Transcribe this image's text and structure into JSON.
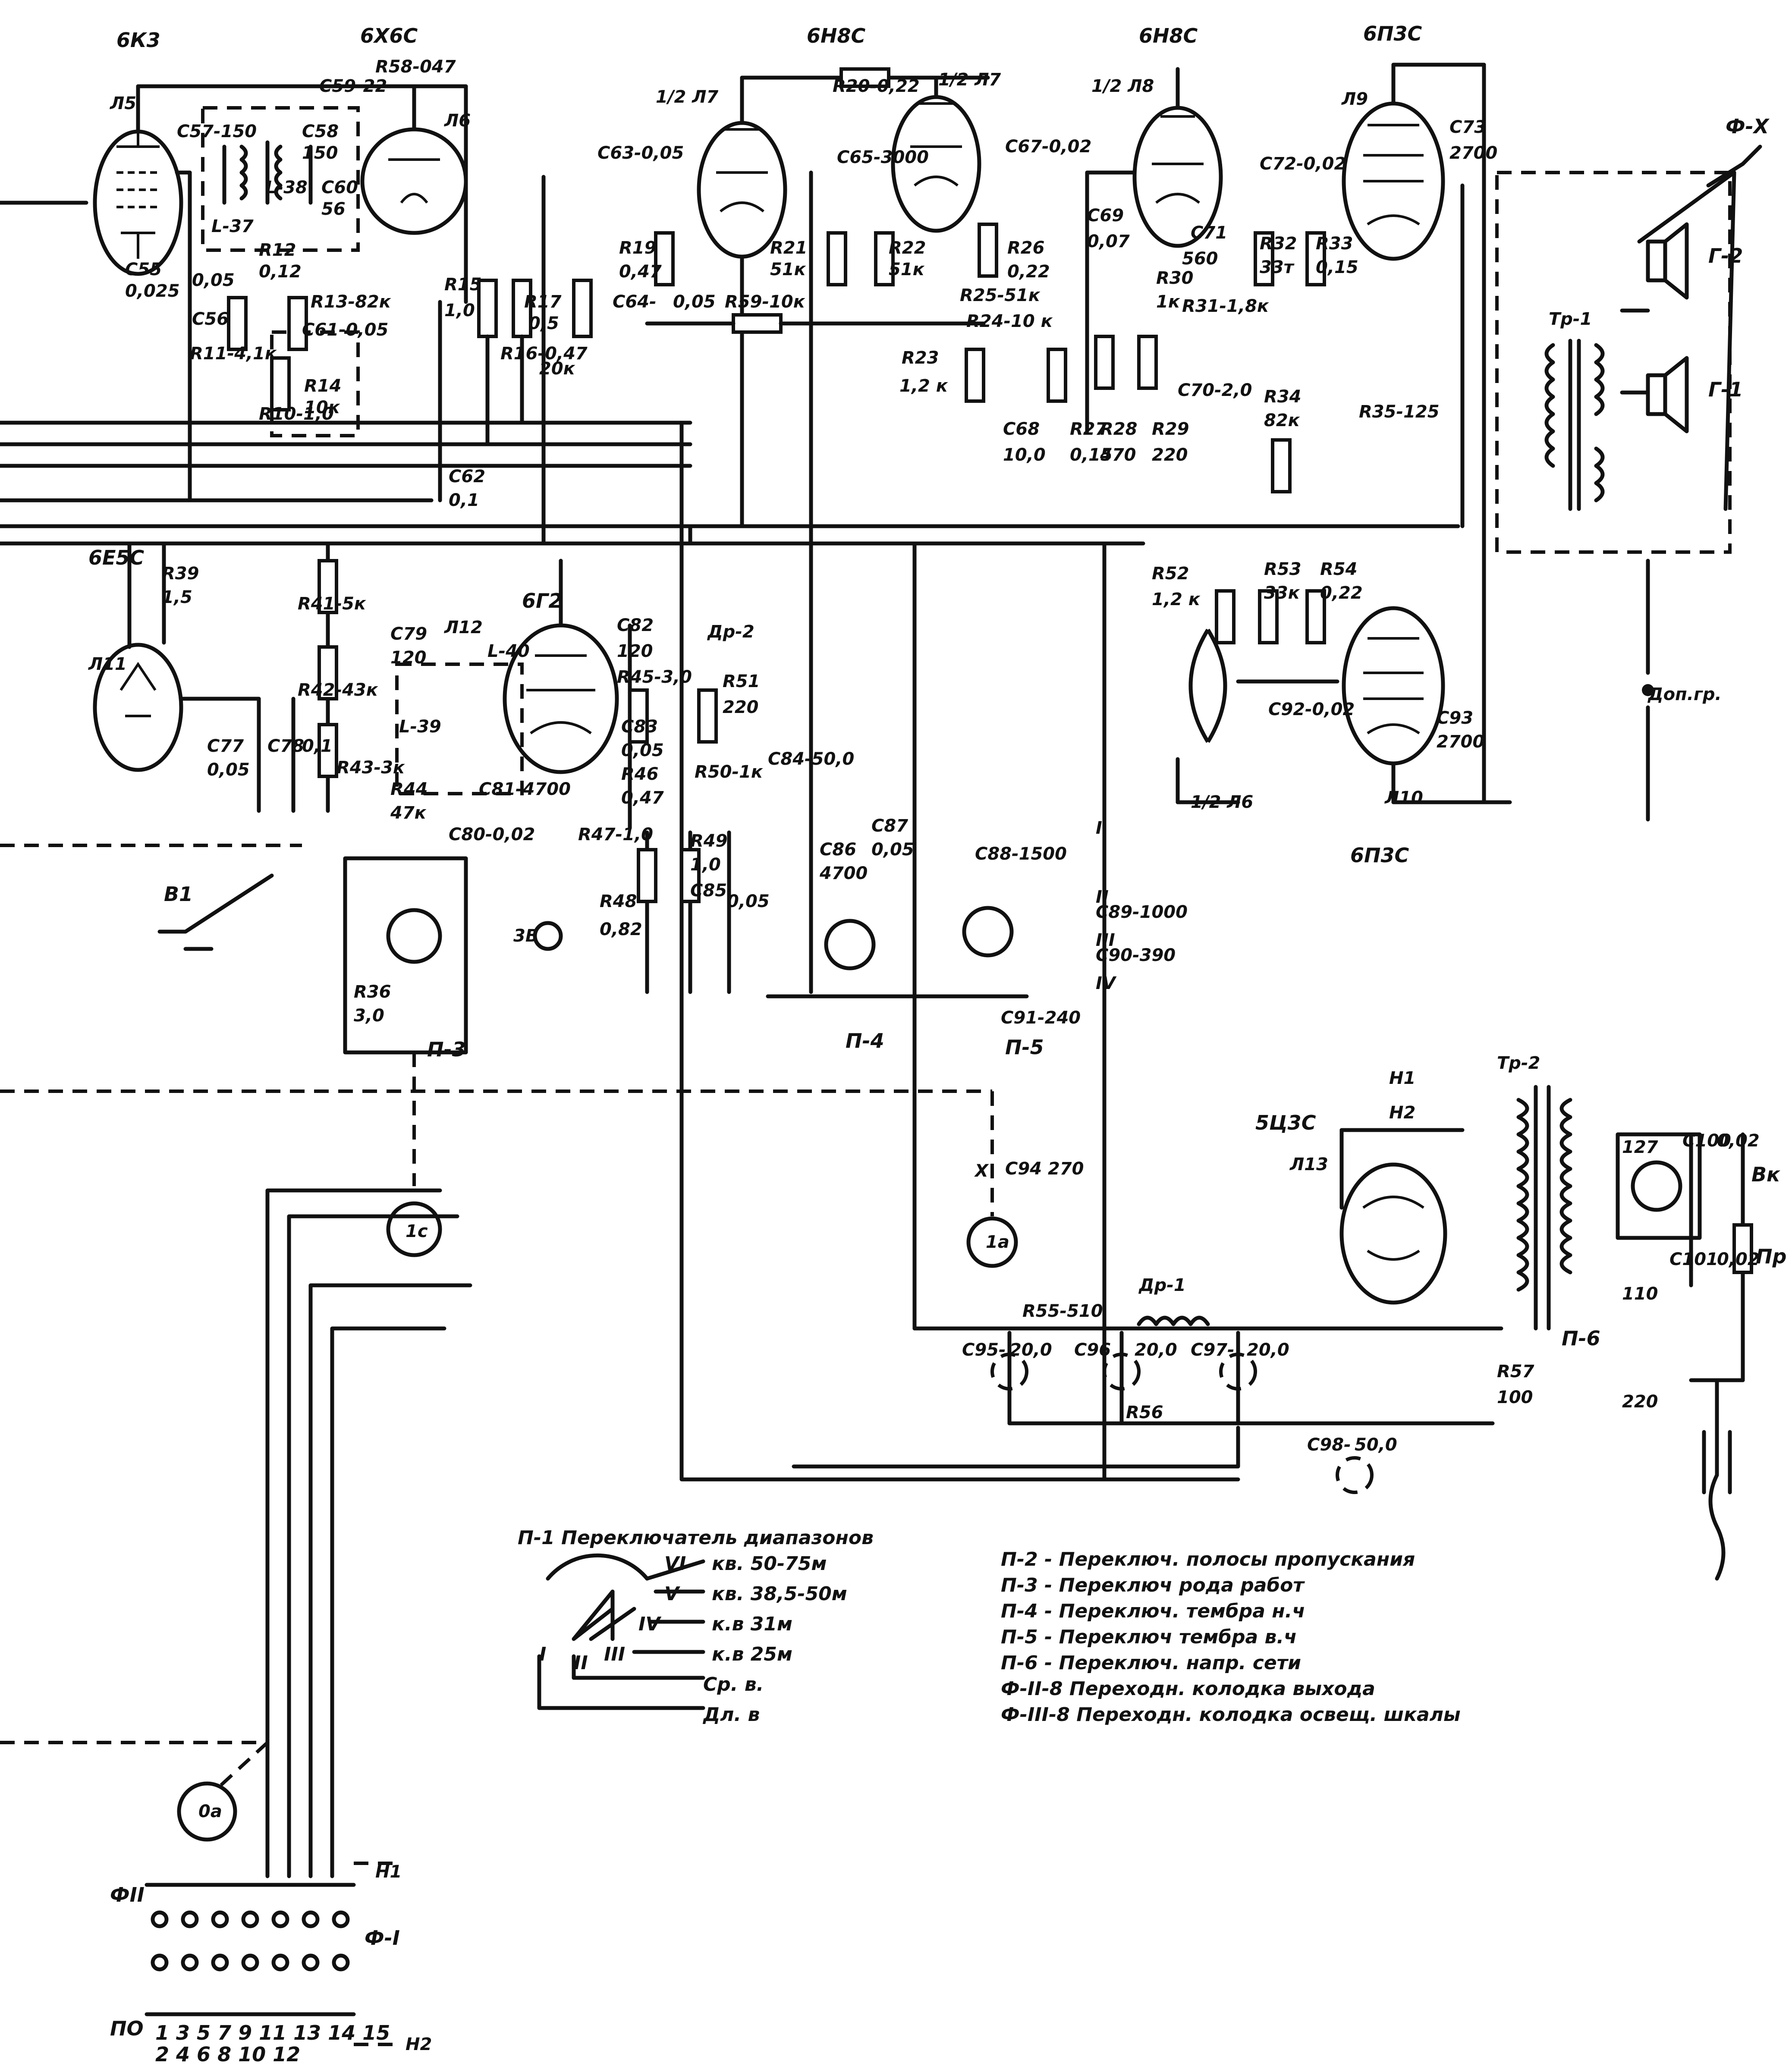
{
  "tubes": {
    "l5": {
      "type": "6К3",
      "ref": "Л5"
    },
    "l6": {
      "type": "6Х6С",
      "ref": "Л6"
    },
    "l7": {
      "type": "6Н8С",
      "ref_a": "1/2 Л7",
      "ref_b": "1/2 Л7"
    },
    "l8": {
      "type": "6Н8С",
      "ref": "1/2 Л8"
    },
    "l9": {
      "type": "6П3С",
      "ref": "Л9"
    },
    "l10": {
      "type": "6П3С",
      "ref": "Л10"
    },
    "l11": {
      "type": "6Е5С",
      "ref": "Л11"
    },
    "l12": {
      "type": "6Г2",
      "ref": "Л12"
    },
    "l13": {
      "type": "5Ц3С",
      "ref": "Л13"
    },
    "l6b": {
      "ref": "1/2 Л6"
    }
  },
  "components": {
    "c59": "C59-22",
    "r58": "R58-047",
    "c57": "C57-150",
    "c58": "C58",
    "c58v": "150",
    "c60": "C60",
    "c60v": "56",
    "l37": "L-37",
    "l38": "L-38",
    "r12": "R12",
    "r12v": "0,12",
    "r13": "R13-82к",
    "c61": "C61-0,05",
    "c56": "C56",
    "c56v": "0,05",
    "c55": "C55",
    "c55v": "0,025",
    "r11": "R11-4,1к",
    "r14": "R14",
    "r14v": "10к",
    "r10": "R10-1,0",
    "r15": "R15",
    "r15v": "1,0",
    "r16": "R16-0,47",
    "r17": "R17",
    "r17v": "0,5",
    "r17b": "20к",
    "c62": "C62",
    "c62v": "0,1",
    "c63": "C63-0,05",
    "c64": "C64-",
    "c64v": "0,05",
    "r19": "R19",
    "r19v": "0,47",
    "r20": "R20-0,22",
    "c65": "C65-3000",
    "r21": "R21",
    "r21v": "51к",
    "r22": "R22",
    "r22v": "51к",
    "r59": "R59-10к",
    "r26": "R26",
    "r26v": "0,22",
    "r25": "R25-51к",
    "r24": "R24-10 к",
    "r23": "R23",
    "r23v": "1,2 к",
    "c68": "C68",
    "c68v": "10,0",
    "r27": "R27",
    "r27v": "0,15",
    "c67": "C67-0,02",
    "c69": "C69",
    "c69v": "0,07",
    "c71": "C71",
    "c71v": "560",
    "r30": "R30",
    "r30v": "1к",
    "r31": "R31-1,8к",
    "r28": "R28",
    "r28v": "470",
    "r29": "R29",
    "r29v": "220",
    "c70": "C70-2,0",
    "c72": "C72-0,02",
    "r32": "R32",
    "r32v": "33т",
    "r33": "R33",
    "r33v": "0,15",
    "r34": "R34",
    "r34v": "82к",
    "r35": "R35-125",
    "c73": "C73",
    "c73v": "2700",
    "r52": "R52",
    "r52v": "1,2 к",
    "r53": "R53",
    "r53v": "33к",
    "r54": "R54",
    "r54v": "0,22",
    "c92": "C92-0,02",
    "c93": "C93",
    "c93v": "2700",
    "r39": "R39",
    "r39v": "1,5",
    "r41": "R41-5к",
    "r42": "R42-43к",
    "r43": "R43-3к",
    "c77": "C77",
    "c77v": "0,05",
    "c78": "C78",
    "c78v": "0,1",
    "c79": "C79",
    "c79v": "120",
    "l40": "L-40",
    "l39": "L-39",
    "c82": "C82",
    "c82v": "120",
    "r45": "R45-3,0",
    "c83": "C83",
    "c83v": "0,05",
    "r46": "R46",
    "r46v": "0,47",
    "r44": "R44",
    "r44v": "47к",
    "c81": "C81-4700",
    "c80": "C80-0,02",
    "r47": "R47-1,0",
    "r48": "R48",
    "r48v": "0,82",
    "r49": "R49",
    "r49v": "1,0",
    "c85": "C85",
    "c85v": "0,05",
    "dr2": "Др-2",
    "r51": "R51",
    "r51v": "220",
    "r50": "R50-1к",
    "c84": "C84-50,0",
    "c86": "C86",
    "c86v": "4700",
    "c87": "C87",
    "c87v": "0,05",
    "c88": "C88-1500",
    "c89": "C89-1000",
    "c90": "C90-390",
    "c91": "C91-240",
    "c94": "C94 270",
    "r36": "R36",
    "r36v": "3,0",
    "r55": "R55-510",
    "c95": "C95-",
    "c95v": "20,0",
    "c96": "C96",
    "c96v": "20,0",
    "c97": "C97-",
    "c97v": "20,0",
    "dr1": "Др-1",
    "r56": "R56",
    "c98": "C98-",
    "c98v": "50,0",
    "r57": "R57",
    "r57v": "100",
    "c100": "C100",
    "c100v": "0,02",
    "c101": "C101",
    "c101v": "0,02",
    "tr1": "Тр-1",
    "tr2": "Тр-2"
  },
  "labels": {
    "fx": "Ф-Х",
    "g2": "Г-2",
    "g1": "Г-1",
    "dop_gr": "Доп.гр.",
    "b1": "B1",
    "vk": "Вк",
    "pr": "Пр",
    "h1": "H1",
    "h2": "H2",
    "p3": "П-3",
    "p4": "П-4",
    "p5": "П-5",
    "p6": "П-6",
    "f1": "Ф-I",
    "fii": "ФII",
    "po": "ПО",
    "switch_3v": "3В",
    "switch_1a": "1а",
    "switch_1s": "1с",
    "switch_0a": "0а",
    "v127": "127",
    "v110": "110",
    "v220": "220",
    "roman_1": "I",
    "roman_2": "II",
    "roman_3": "III",
    "roman_4": "IV",
    "roman_x": "X"
  },
  "po_numbers_top": "1  3  5  7  9  11     13 14 15",
  "po_numbers_bottom": "2  4  6  8  10  12",
  "legend_p1": {
    "title": "П-1  Переключатель диапазонов",
    "items": [
      {
        "mark": "VI",
        "label": "кв. 50-75м"
      },
      {
        "mark": "V",
        "label": "кв. 38,5-50м"
      },
      {
        "mark": "IV",
        "label": "к.в 31м"
      },
      {
        "mark": "III",
        "label": "к.в 25м"
      },
      {
        "mark": "II",
        "label": "Ср. в."
      },
      {
        "mark": "I",
        "label": "Дл. в"
      }
    ]
  },
  "legend_switches": [
    "П-2 - Переключ. полосы пропускания",
    "П-3 - Переключ рода работ",
    "П-4 - Переключ. тембра н.ч",
    "П-5 - Переключ тембра в.ч",
    "П-6 - Переключ. напр. сети",
    "Ф-II-8 Переходн. колодка выхода",
    "Ф-III-8 Переходн. колодка освещ. шкалы"
  ]
}
